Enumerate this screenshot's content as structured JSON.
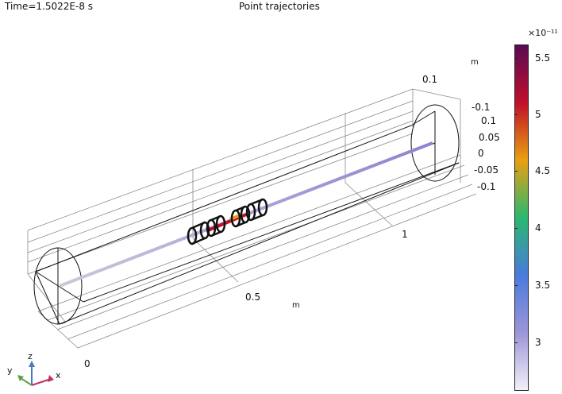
{
  "header": {
    "time": "Time=1.5022E-8 s",
    "title": "Point trajectories"
  },
  "axes": {
    "x_ticks": [
      "0",
      "0.5",
      "1"
    ],
    "x_unit": "m",
    "y_ticks": [
      "-0.1",
      "0.1"
    ],
    "y_unit": "m",
    "z_ticks": [
      "0.1",
      "0.05",
      "0",
      "-0.05",
      "-0.1"
    ]
  },
  "triad": {
    "x": "x",
    "y": "y",
    "z": "z"
  },
  "colorbar": {
    "exponent": "×10⁻¹¹",
    "ticks": [
      "5.5",
      "5",
      "4.5",
      "4",
      "3.5",
      "3"
    ],
    "colors": [
      "#5a0a55",
      "#c0102a",
      "#e8a010",
      "#2ab870",
      "#4a7adc",
      "#9c95d8",
      "#f2f0fa"
    ]
  }
}
